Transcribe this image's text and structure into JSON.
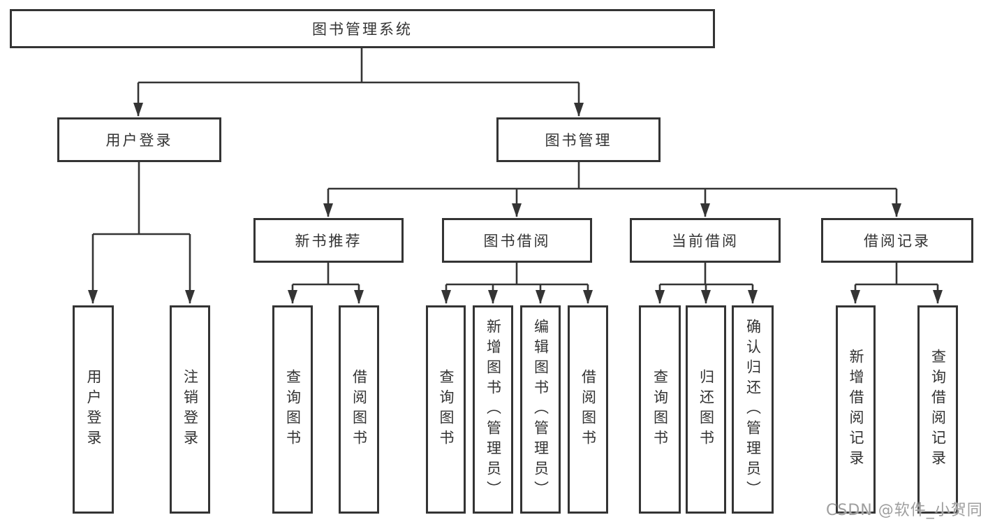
{
  "diagram": {
    "watermark": "CSDN @软件_小贺同学",
    "colors": {
      "line": "#343434",
      "box_border": "#343434",
      "text": "#333333",
      "watermark": "#9e9e9e",
      "background": "#ffffff"
    }
  },
  "tree": {
    "label": "图书管理系统",
    "children": [
      {
        "label": "用户登录",
        "children": [
          {
            "label": "用户登录"
          },
          {
            "label": "注销登录"
          }
        ]
      },
      {
        "label": "图书管理",
        "children": [
          {
            "label": "新书推荐",
            "children": [
              {
                "label": "查询图书"
              },
              {
                "label": "借阅图书"
              }
            ]
          },
          {
            "label": "图书借阅",
            "children": [
              {
                "label": "查询图书"
              },
              {
                "label": "新增图书（管理员）"
              },
              {
                "label": "编辑图书（管理员）"
              },
              {
                "label": "借阅图书"
              }
            ]
          },
          {
            "label": "当前借阅",
            "children": [
              {
                "label": "查询图书"
              },
              {
                "label": "归还图书"
              },
              {
                "label": "确认归还（管理员）"
              }
            ]
          },
          {
            "label": "借阅记录",
            "children": [
              {
                "label": "新增借阅记录"
              },
              {
                "label": "查询借阅记录"
              }
            ]
          }
        ]
      }
    ]
  }
}
